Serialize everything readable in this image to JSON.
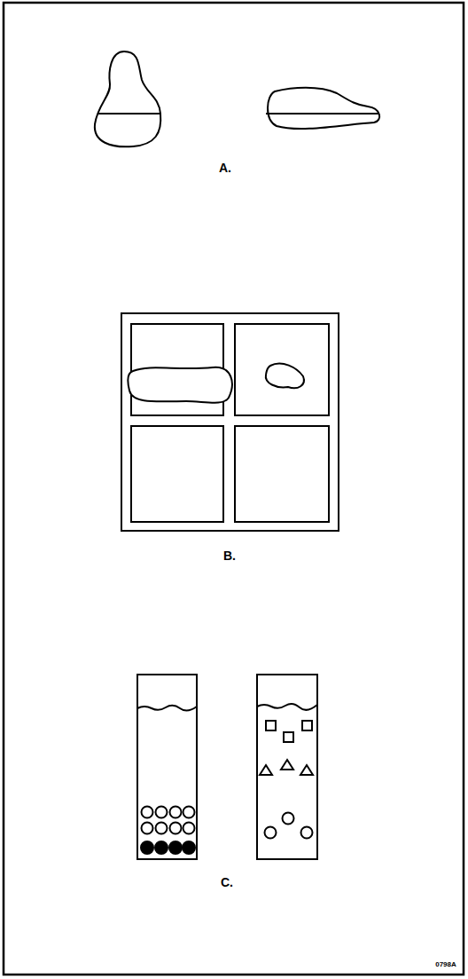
{
  "diagram": {
    "labels": [
      "A.",
      "B.",
      "C.",
      "0798A"
    ]
  }
}
